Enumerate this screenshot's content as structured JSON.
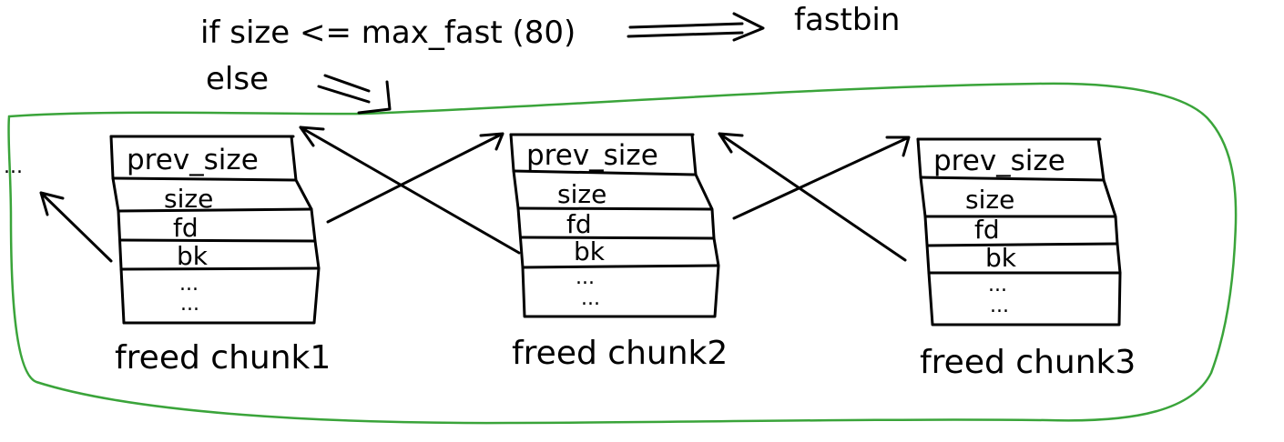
{
  "header": {
    "condition": "if size <= max_fast (80)",
    "result": "fastbin",
    "else": "else"
  },
  "ellipsis": "...",
  "chunks": [
    {
      "fields": [
        "prev_size",
        "size",
        "fd",
        "bk"
      ],
      "rows": [
        "...",
        "..."
      ],
      "label": "freed chunk1"
    },
    {
      "fields": [
        "prev_size",
        "size",
        "fd",
        "bk"
      ],
      "rows": [
        "...",
        "..."
      ],
      "label": "freed chunk2"
    },
    {
      "fields": [
        "prev_size",
        "size",
        "fd",
        "bk"
      ],
      "rows": [
        "...",
        "..."
      ],
      "label": "freed chunk3"
    }
  ],
  "colors": {
    "outline": "#3aa43a",
    "ink": "#000000",
    "background": "#ffffff"
  }
}
